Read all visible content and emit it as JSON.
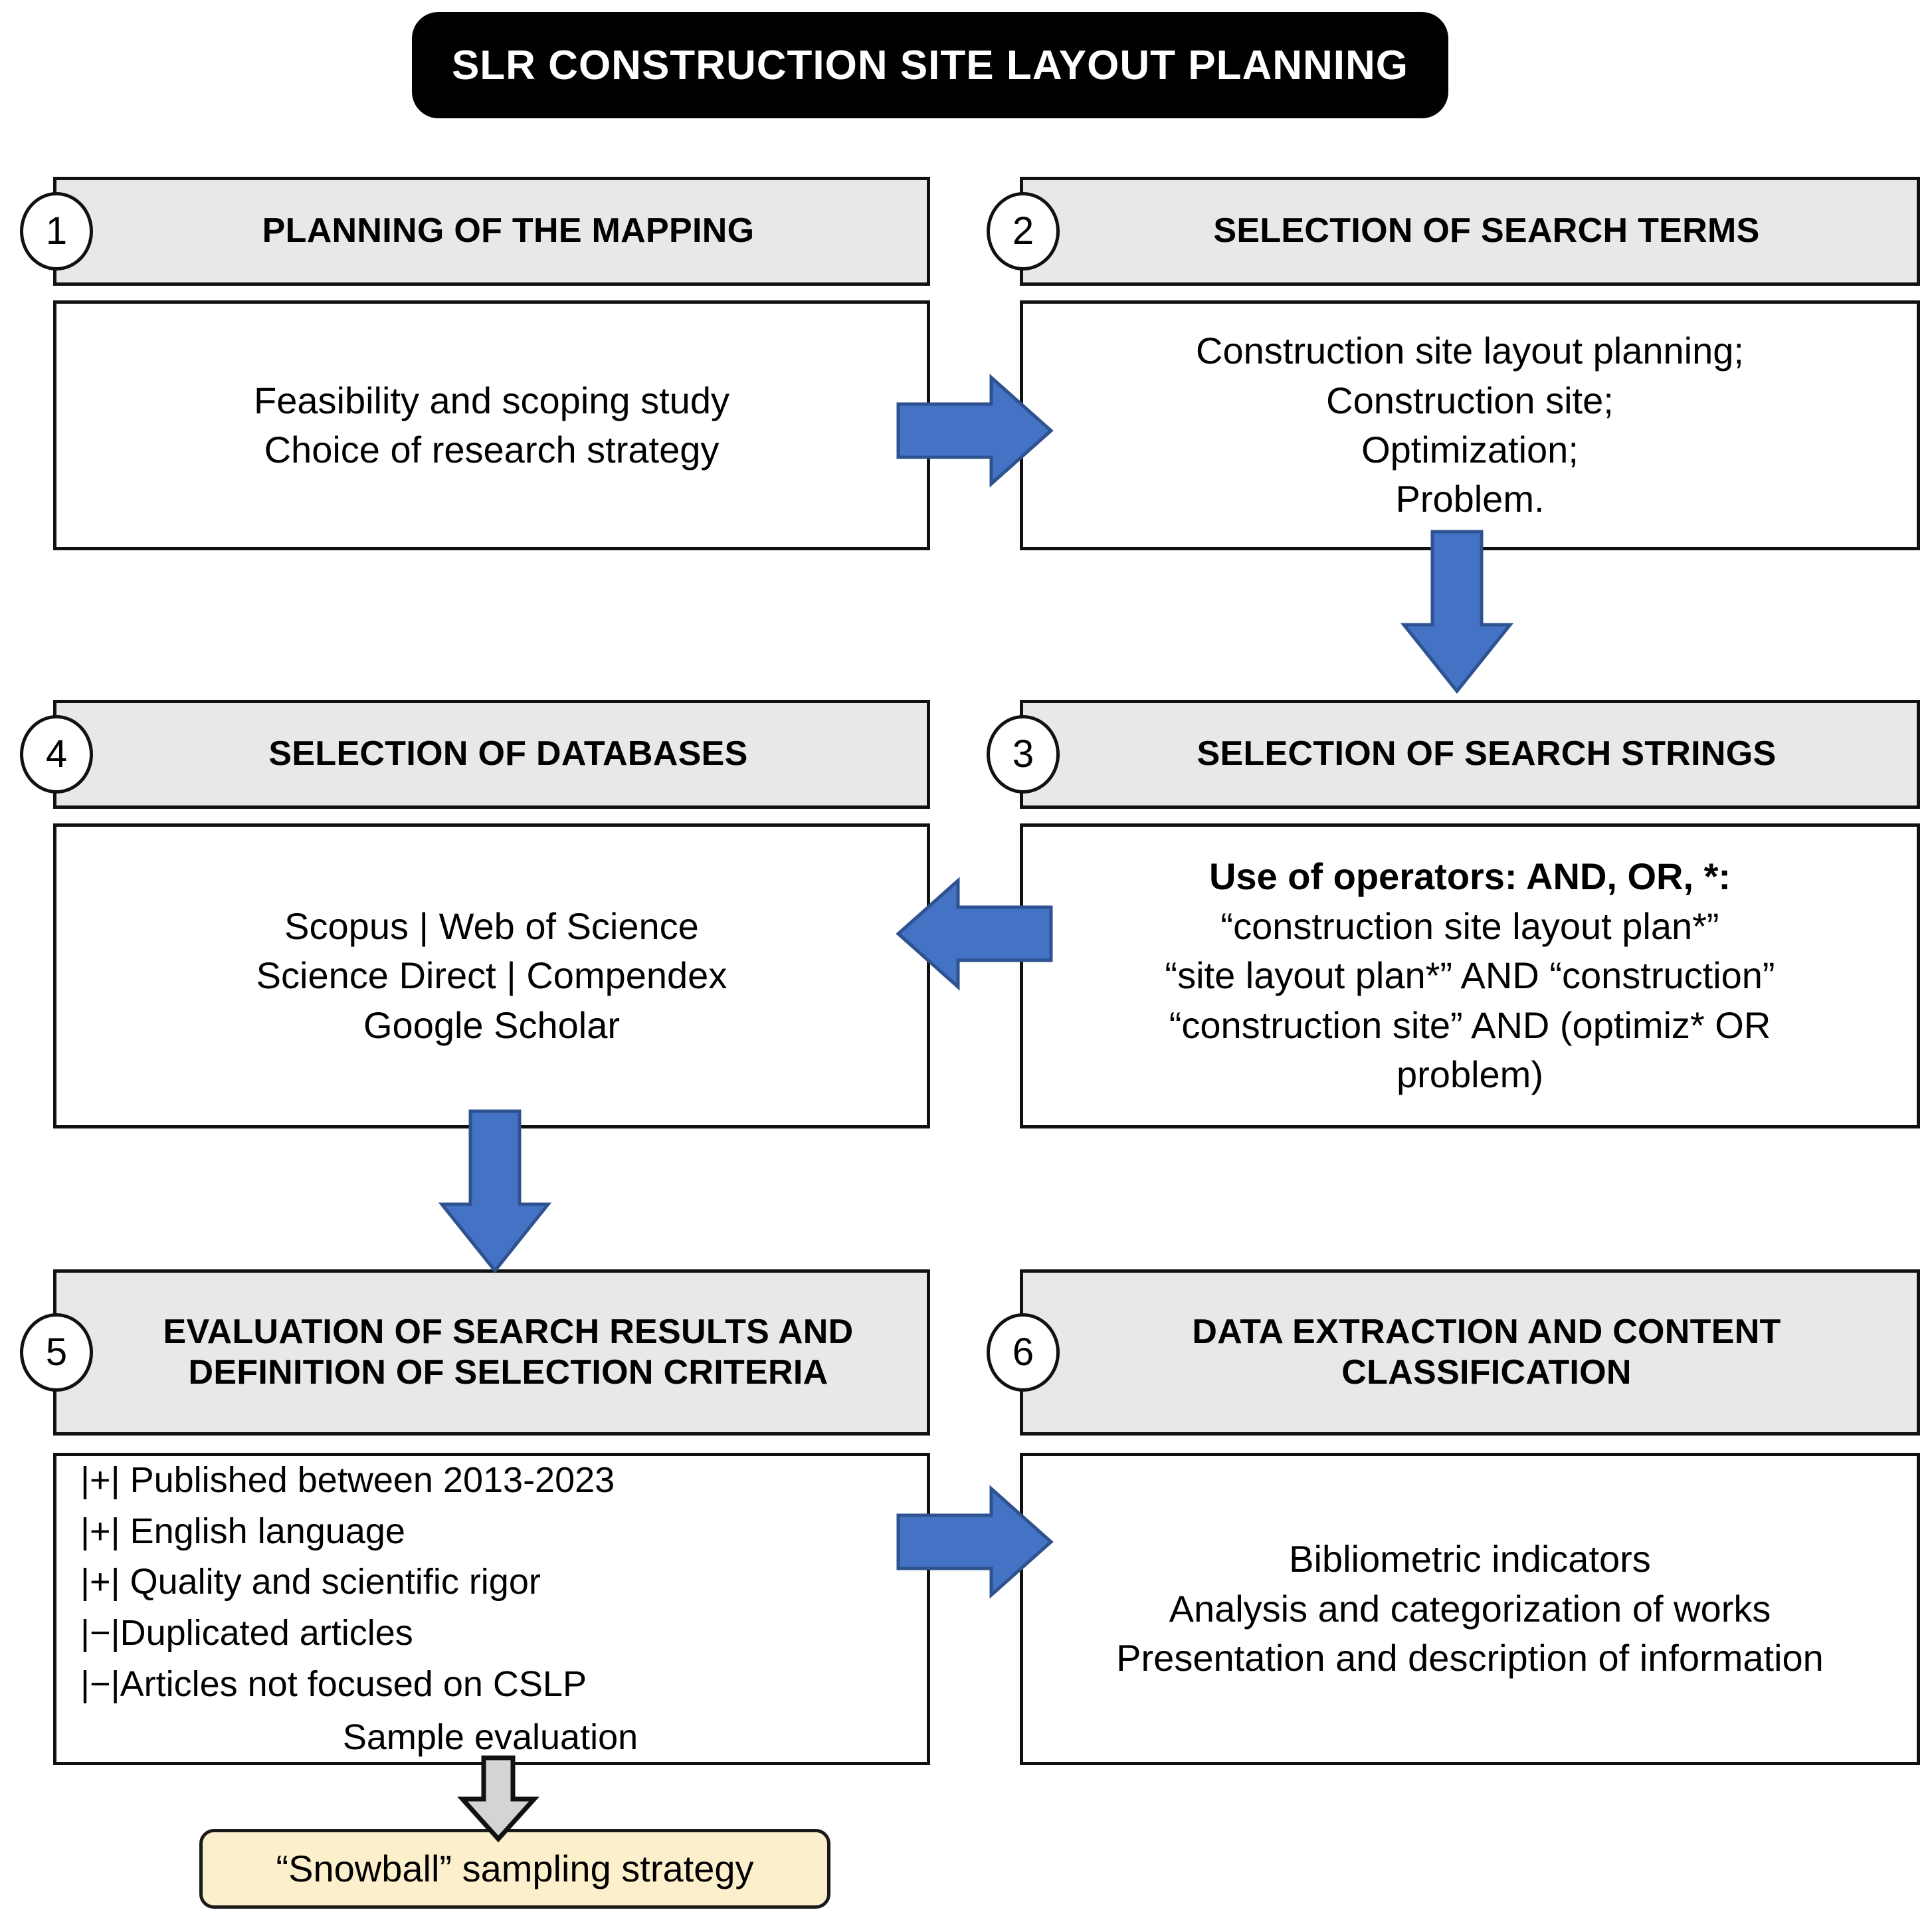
{
  "title": {
    "text": "SLR CONSTRUCTION SITE LAYOUT PLANNING"
  },
  "colors": {
    "banner_bg": "#000000",
    "banner_text": "#FFFFFF",
    "header_band": "#E8E8E8",
    "box_border": "#111111",
    "arrow_blue": "#4472C4",
    "arrow_blue_border": "#2E528F",
    "arrow_gray": "#D4D4D4",
    "snowball_bg": "#FCEFCB"
  },
  "steps": [
    {
      "number": "1",
      "header": "PLANNING OF THE MAPPING",
      "lines": [
        {
          "text": "Feasibility and scoping study",
          "bold": false
        },
        {
          "text": "Choice of research strategy",
          "bold": false
        }
      ]
    },
    {
      "number": "2",
      "header": "SELECTION OF SEARCH TERMS",
      "lines": [
        {
          "text": "Construction site layout planning;",
          "bold": false
        },
        {
          "text": "Construction site;",
          "bold": false
        },
        {
          "text": "Optimization;",
          "bold": false
        },
        {
          "text": "Problem.",
          "bold": false
        }
      ]
    },
    {
      "number": "3",
      "header": "SELECTION OF SEARCH STRINGS",
      "lines": [
        {
          "text": "Use of operators: AND, OR, *:",
          "bold": true
        },
        {
          "text": "“construction site layout plan*”",
          "bold": false
        },
        {
          "text": "“site layout plan*” AND “construction”",
          "bold": false
        },
        {
          "text": "“construction site” AND (optimiz* OR",
          "bold": false
        },
        {
          "text": "problem)",
          "bold": false
        }
      ]
    },
    {
      "number": "4",
      "header": "SELECTION OF DATABASES",
      "lines": [
        {
          "text": "Scopus | Web of Science",
          "bold": false
        },
        {
          "text": "Science Direct | Compendex",
          "bold": false
        },
        {
          "text": "Google Scholar",
          "bold": false
        }
      ]
    },
    {
      "number": "5",
      "header": "EVALUATION OF SEARCH RESULTS AND DEFINITION OF SELECTION CRITERIA",
      "criteria": [
        {
          "mark": "|+|",
          "text": " Published between 2013-2023"
        },
        {
          "mark": "|+|",
          "text": " English language"
        },
        {
          "mark": "|+|",
          "text": " Quality and scientific rigor"
        },
        {
          "mark": "|−|",
          "text": "Duplicated articles"
        },
        {
          "mark": "|−|",
          "text": "Articles not focused on CSLP"
        }
      ],
      "sample_note": "Sample evaluation"
    },
    {
      "number": "6",
      "header": "DATA EXTRACTION AND CONTENT CLASSIFICATION",
      "lines": [
        {
          "text": "Bibliometric indicators",
          "bold": false
        },
        {
          "text": "Analysis and categorization of works",
          "bold": false
        },
        {
          "text": "Presentation and description of information",
          "bold": false
        }
      ]
    }
  ],
  "snowball": {
    "text": "“Snowball” sampling strategy"
  },
  "connectors": [
    {
      "name": "arrow-1-to-2",
      "direction": "right",
      "color": "#4472C4"
    },
    {
      "name": "arrow-2-to-3",
      "direction": "down",
      "color": "#4472C4"
    },
    {
      "name": "arrow-3-to-4",
      "direction": "left",
      "color": "#4472C4"
    },
    {
      "name": "arrow-4-to-5",
      "direction": "down",
      "color": "#4472C4"
    },
    {
      "name": "arrow-5-to-6",
      "direction": "right",
      "color": "#4472C4"
    },
    {
      "name": "arrow-5-to-snowball",
      "direction": "down",
      "color": "#D4D4D4"
    }
  ]
}
